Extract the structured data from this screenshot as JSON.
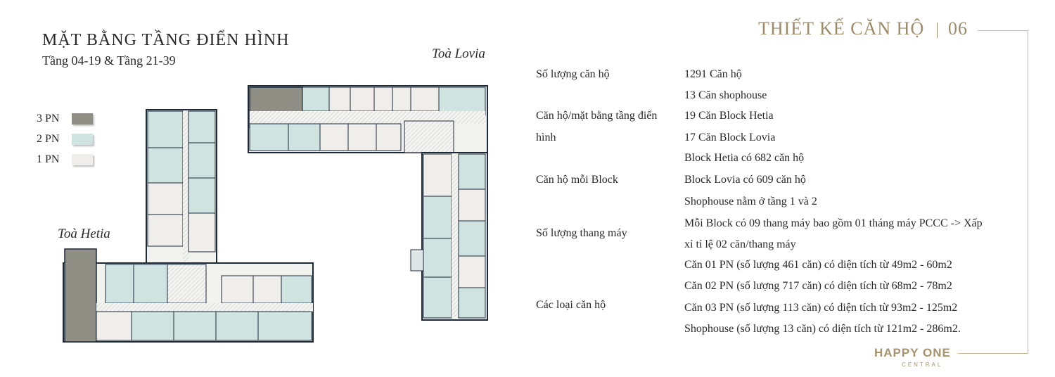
{
  "header": {
    "section_title": "THIẾT KẾ CĂN HỘ",
    "page_number": "06"
  },
  "plan": {
    "title": "MẶT BẰNG TẦNG ĐIỂN HÌNH",
    "subtitle": "Tầng 04-19 & Tầng 21-39",
    "block_lovia": "Toà Lovia",
    "block_hetia": "Toà Hetia",
    "legend": [
      {
        "label": "3 PN",
        "color": "#8f8f86"
      },
      {
        "label": "2 PN",
        "color": "#cfe3e0"
      },
      {
        "label": "1 PN",
        "color": "#efeeea"
      }
    ]
  },
  "info": {
    "labels": {
      "quantity": "Số lượng căn hộ",
      "typical_floor_1": "Căn hộ/mặt bằng tầng điển",
      "typical_floor_2": "hình",
      "per_block": "Căn hộ mỗi Block",
      "elevators": "Số lượng thang máy",
      "types": "Các loại căn hộ"
    },
    "values": {
      "v1": "1291 Căn hộ",
      "v2": "13 Căn shophouse",
      "v3": "19 Căn Block Hetia",
      "v4": "17 Căn Block Lovia",
      "v5": "Block Hetia có 682 căn hộ",
      "v6": "Block Lovia có 609 căn hộ",
      "v7": "Shophouse nằm ở tầng 1 và 2",
      "v8": "Mỗi Block có 09 thang máy bao gồm 01 tháng máy PCCC -> Xấp",
      "v9": "xỉ tỉ lệ 02 căn/thang máy",
      "v10": "Căn 01 PN (số lượng 461 căn) có diện tích từ 49m2 - 60m2",
      "v11": "Căn 02 PN (số lượng 717 căn) có diện tích từ 68m2 - 78m2",
      "v12": "Căn 03 PN (số lượng 113 căn) có diện tích từ 93m2 - 125m2",
      "v13": "Shophouse (số lượng 13 căn) có diện tích từ 121m2 - 286m2."
    }
  },
  "logo": {
    "name": "HAPPY ONE",
    "sub": "CENTRAL"
  },
  "colors": {
    "gold": "#9c8a68",
    "three_pn": "#8f8f86",
    "two_pn": "#cfe3e0",
    "one_pn": "#efeeea",
    "wall": "#1d2a3a"
  }
}
